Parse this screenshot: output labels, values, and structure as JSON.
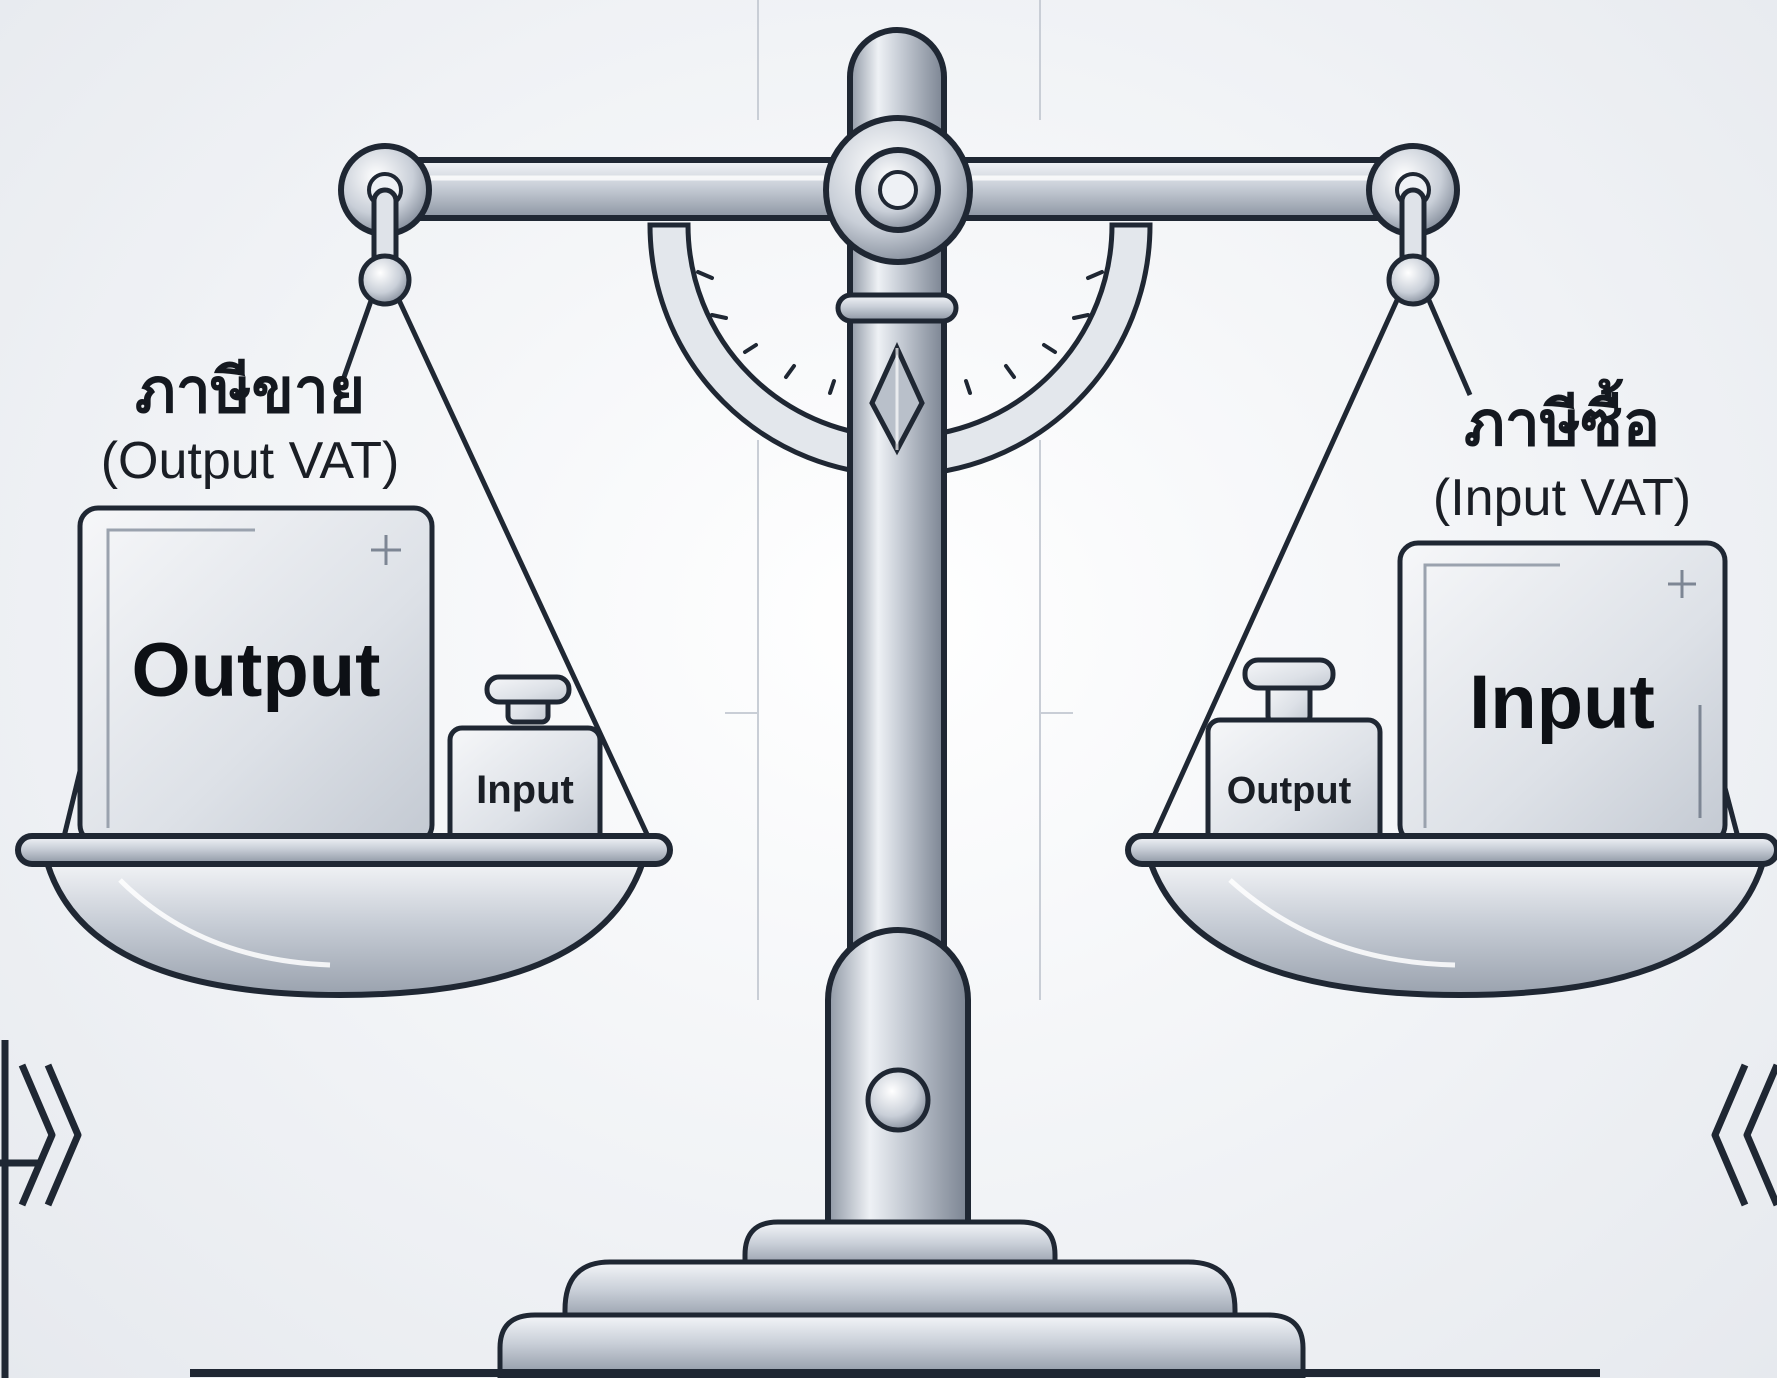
{
  "left_pan": {
    "thai_label": "ภาษีขาย",
    "english_label": "(Output VAT)",
    "big_block_label": "Output",
    "small_weight_label": "Input"
  },
  "right_pan": {
    "thai_label": "ภาษีซื้อ",
    "english_label": "(Input VAT)",
    "big_block_label": "Input",
    "small_weight_label": "Output"
  },
  "colors": {
    "outline": "#1f2733",
    "metal_light": "#e6e9ee",
    "metal_mid": "#b9c0ca",
    "metal_dark": "#7d8694",
    "background": "#f1f3f6"
  },
  "icons": {
    "left_edge": "double-chevron-right-icon",
    "right_edge": "double-chevron-left-icon"
  }
}
